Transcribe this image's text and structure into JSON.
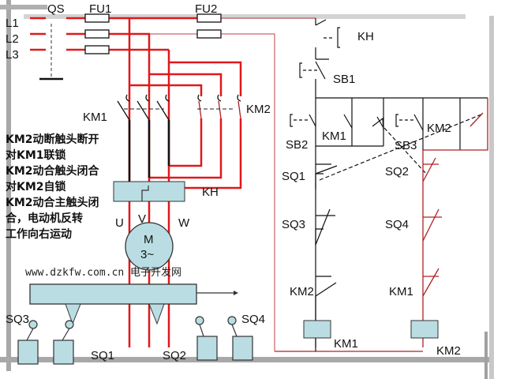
{
  "diagram": {
    "type": "reversing motor control circuit with limit switches",
    "colors": {
      "power": "#e0181c",
      "control": "#b02025",
      "wire": "#111111",
      "component_fill": "#b9dde3",
      "frame": "#9a9a9a"
    },
    "labels": {
      "qs": "QS",
      "fu1": "FU1",
      "fu2": "FU2",
      "l1": "L1",
      "l2": "L2",
      "l3": "L3",
      "km1_main": "KM1",
      "km2_main": "KM2",
      "kh_main": "KH",
      "u": "U",
      "v": "V",
      "w": "W",
      "motor_m": "M",
      "motor_3": "3~",
      "kh_ctrl": "KH",
      "sb1": "SB1",
      "sb2": "SB2",
      "sb3": "SB3",
      "km1_aux": "KM1",
      "km2_aux": "KM2",
      "sq1": "SQ1",
      "sq2": "SQ2",
      "sq3": "SQ3",
      "sq4": "SQ4",
      "km2_interlock": "KM2",
      "km1_interlock": "KM1",
      "coil_km1": "KM1",
      "coil_km2": "KM2",
      "mech_sq3": "SQ3",
      "mech_sq4": "SQ4",
      "mech_sq1": "SQ1",
      "mech_sq2": "SQ2"
    },
    "notes": [
      "KM2动断触头断开",
      "对KM1联锁",
      "KM2动合触头闭合",
      "对KM2自锁",
      "KM2动合主触头闭",
      "合，电动机反转",
      "工作向右运动"
    ],
    "watermark": "www.dzkfw.com.cn 电子开发网"
  }
}
